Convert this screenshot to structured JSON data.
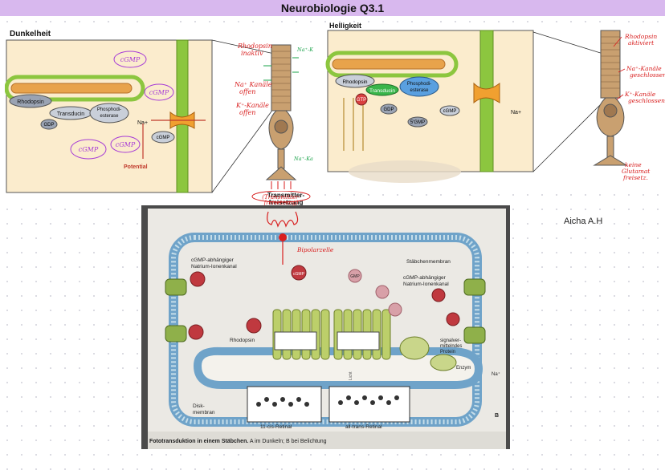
{
  "page_title": "Neurobiologie Q3.1",
  "author": "Aicha A.H",
  "panel_dark": {
    "heading": "Dunkelheit",
    "labels": {
      "rhodopsin": "Rhodopsin",
      "transducin": "Transducin",
      "pde": "Phosphodi-\nesterase",
      "gdp": "GDP",
      "na": "Na+",
      "cgmp": "cGMP",
      "potential": "Potential",
      "transmitter": "Transmitter-\nfreisetzung"
    },
    "notes": {
      "cgmp_1": "cGMP",
      "cgmp_2": "cGMP",
      "cgmp_3": "cGMP",
      "cgmp_4": "cGMP",
      "rhodopsin_inactive": "Rhodopsin\ninaktiv",
      "na_channels_top": "Na⁺-Kanäle",
      "na_channels_open": "Na⁺ Kanäle\noffen",
      "k_channels": "K⁺-Kanäle\noffen",
      "na_channels_bottom": "Na⁺-Kanäle",
      "bipolar_cell": "Bipolarzelle",
      "transmitter_scribble": "Transmitter-\nfreisetzung"
    }
  },
  "panel_light": {
    "heading": "Helligkeit",
    "labels": {
      "rhodopsin": "Rhodopsin",
      "transducin": "Transducin",
      "pde": "Phosphodi-\nesterase",
      "gtp": "GTP",
      "gdp": "GDP",
      "five_gmp": "5'GMP",
      "cgmp": "cGMP",
      "na": "Na+"
    },
    "notes": {
      "rhodopsin_activated": "Rhodopsin\naktiviert",
      "na_closed": "Na⁺-Kanäle\ngeschlossen",
      "k_closed": "K⁺-Kanäle\ngeschlossen",
      "no_glutamate": "keine\nGlutamat\nfreisetz."
    }
  },
  "panel_photo": {
    "labels": {
      "channel_left": "cGMP-abhängiger\nNatrium-Ionenkanal",
      "rod_membrane": "Stäbchenmembran",
      "channel_right": "cGMP-abhängiger\nNatrium-Ionenkanal",
      "rhodopsin": "Rhodopsin",
      "g_protein": "signalver-\nmittelndes\nProtein",
      "enzyme": "Enzym",
      "na": "Na⁺",
      "disk_membrane": "Disk-\nmembran",
      "cis_retinal": "11-cis-Retinal",
      "trans_retinal": "all-trans-Retinal",
      "panel_b": "B",
      "cgmp": "cGMP",
      "gmp": "GMP",
      "light": "Licht"
    },
    "caption_main": "Fototransduktion in einem Stäbchen.",
    "caption_rest": "A im Dunkeln; B bei Belichtung"
  },
  "colors": {
    "title_bar": "#d8b8ee",
    "membrane_green": "#8cc63f",
    "disk_orange": "#e8a34b",
    "panel_cream": "#fbeccd",
    "ink_red": "#d81e1e",
    "ink_green": "#1aa34a",
    "ink_purple": "#a63bd6"
  }
}
